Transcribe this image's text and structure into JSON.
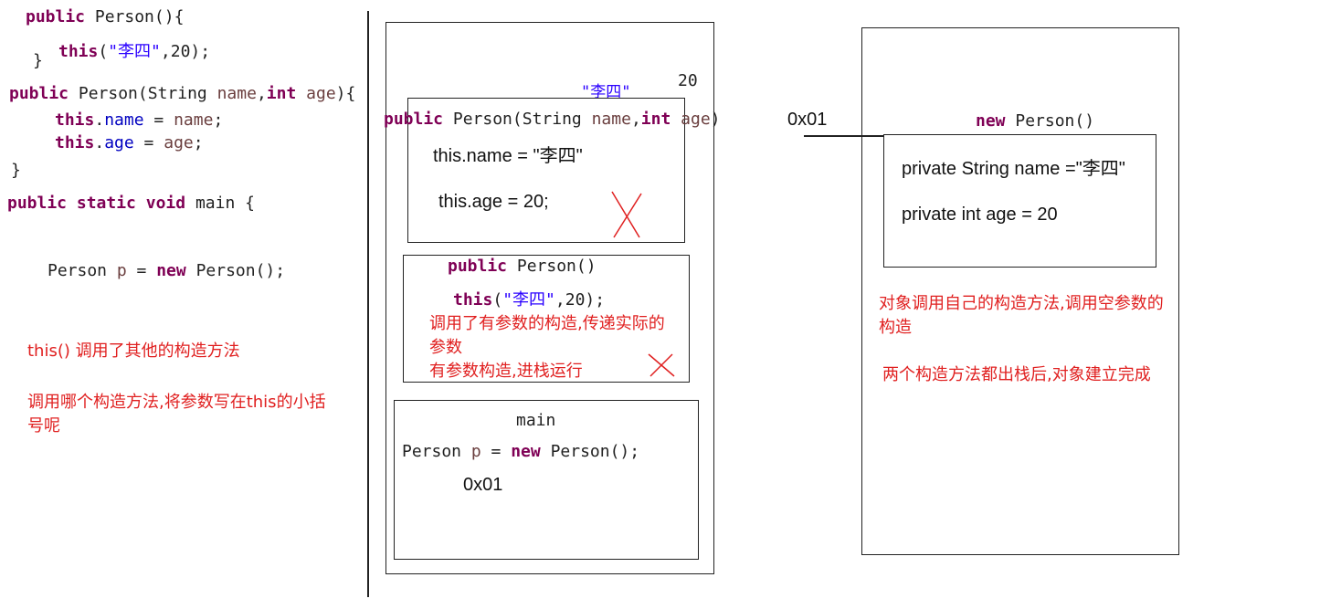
{
  "left": {
    "l1_kw": "public",
    "l1_rest": " Person(){",
    "l2_kw": "this",
    "l2_args_a": "(",
    "l2_str": "\"李四\"",
    "l2_args_b": ",20);",
    "l3": "}",
    "l4_kw": "public",
    "l4_a": " Person(String ",
    "l4_name": "name",
    "l4_comma": ",",
    "l4_int": "int",
    "l4_age": " age",
    "l4_end": "){",
    "l5_this": "this",
    "l5_dot": ".",
    "l5_fld": "name",
    "l5_eq": " = ",
    "l5_val": "name",
    "l5_end": ";",
    "l6_this": "this",
    "l6_dot": ".",
    "l6_fld": "age",
    "l6_eq": " = ",
    "l6_val": "age",
    "l6_end": ";",
    "l7": "}",
    "l8_kw1": "public",
    "l8_kw2": "static",
    "l8_kw3": "void",
    "l8_rest": " main {",
    "l9_a": "Person ",
    "l9_p": "p",
    "l9_eq": " = ",
    "l9_new": "new",
    "l9_rest": " Person();",
    "note1": "this() 调用了其他的构造方法",
    "note2": "调用哪个构造方法,将参数写在this的小括号呢"
  },
  "stack": {
    "arg_str": "\"李四\"",
    "arg_num": "20",
    "frame1_kw": "public",
    "frame1_a": " Person(String ",
    "frame1_name": "name",
    "frame1_comma": ",",
    "frame1_int": "int",
    "frame1_age": " age",
    "frame1_end": ")",
    "frame1_line1": "this.name = \"李四\"",
    "frame1_line2": "this.age = 20;",
    "frame2_kw": "public",
    "frame2_rest": " Person()",
    "frame2_this": "this",
    "frame2_a": "(",
    "frame2_str": "\"李四\"",
    "frame2_b": ",20);",
    "frame2_note": "调用了有参数的构造,传递实际的参数\n有参数构造,进栈运行",
    "main_title": "main",
    "main_a": "Person ",
    "main_p": "p",
    "main_eq": " = ",
    "main_new": "new",
    "main_rest": " Person();",
    "main_addr": "0x01"
  },
  "heap": {
    "addr": "0x01",
    "title_new": "new",
    "title_rest": " Person()",
    "field1": "private String name =\"李四\"",
    "field2": "private int age = 20",
    "note1": "对象调用自己的构造方法,调用空参数的构造",
    "note2": "两个构造方法都出栈后,对象建立完成"
  },
  "colors": {
    "keyword": "#7f0055",
    "field": "#0000c0",
    "string": "#2a00ff",
    "note": "#e02020"
  }
}
